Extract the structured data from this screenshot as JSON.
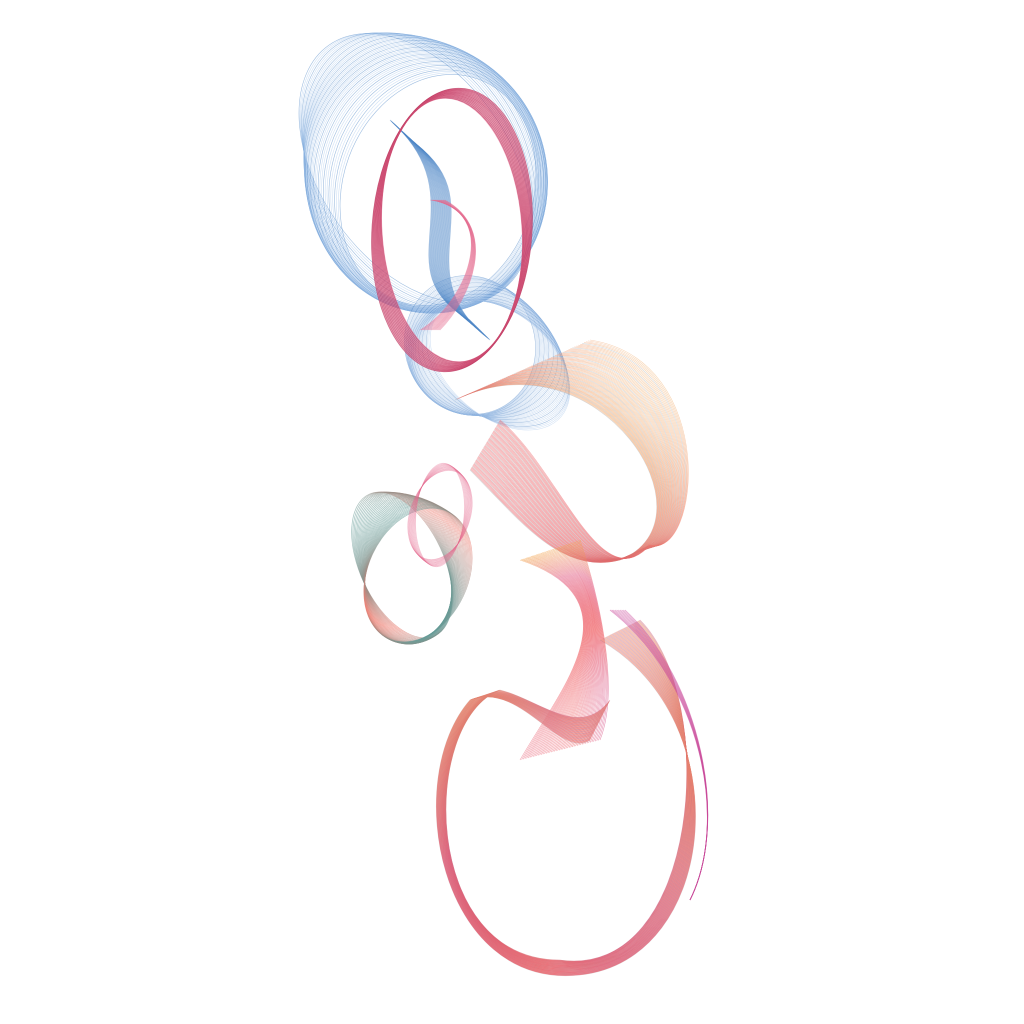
{
  "palette": {
    "background": "#ffffff",
    "blue_form": "#4f86c6",
    "blue_light": "#a9c8ec",
    "crimson_ring": "#b8325a",
    "pink": "#e46b8e",
    "salmon": "#ef7b6e",
    "orange": "#f2a34a",
    "yellow": "#f3d27a",
    "magenta": "#c9479a",
    "teal": "#2aa7a6",
    "grey_moire": "#8a8a8a"
  },
  "forms": [
    {
      "name": "blue-ribbon-swirl"
    },
    {
      "name": "crimson-ring"
    },
    {
      "name": "small-teal-pink-ring"
    },
    {
      "name": "large-s-ribbon"
    }
  ]
}
